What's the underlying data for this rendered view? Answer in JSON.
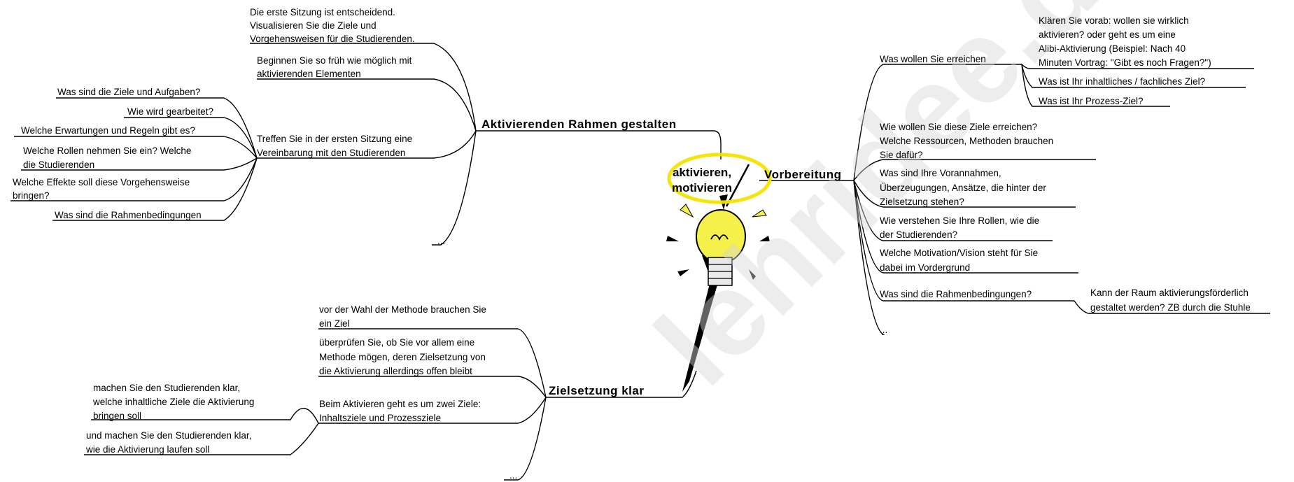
{
  "center": {
    "line1": "aktivieren,",
    "line2": "motivieren"
  },
  "watermark": "lehridee.de",
  "branches": {
    "rahmen": {
      "title": "Aktivierenden Rahmen gestalten",
      "items": [
        "Die erste Sitzung ist entscheidend.",
        "Visualisieren Sie die Ziele und",
        "Vorgehensweisen für die Studierenden.",
        "Beginnen Sie so früh wie möglich mit",
        "aktivierenden Elementen",
        "Treffen Sie in der ersten Sitzung eine",
        "Vereinbarung mit den Studierenden",
        "..."
      ],
      "sub": [
        "Was sind die Ziele und Aufgaben?",
        "Wie wird gearbeitet?",
        "Welche Erwartungen und Regeln gibt es?",
        "Welche Rollen nehmen Sie ein? Welche",
        "die Studierenden",
        "Welche Effekte soll diese Vorgehensweise",
        "bringen?",
        "Was sind die Rahmenbedingungen"
      ]
    },
    "vorbereitung": {
      "title": "Vorbereitung",
      "items": [
        "Was wollen Sie erreichen",
        "Wie wollen Sie diese Ziele erreichen?",
        "Welche Ressourcen, Methoden brauchen",
        "Sie dafür?",
        "Was sind Ihre Vorannahmen,",
        "Überzeugungen, Ansätze, die hinter der",
        "Zielsetzung stehen?",
        "Wie verstehen Sie Ihre Rollen, wie die",
        "der Studierenden?",
        "Welche Motivation/Vision steht für Sie",
        "dabei im Vordergrund",
        "Was sind die Rahmenbedingungen?",
        "..."
      ],
      "sub": [
        "Klären Sie vorab: wollen sie wirklich",
        "aktivieren? oder geht es um eine",
        "Alibi-Aktivierung (Beispiel: Nach 40",
        "Minuten Vortrag: \"Gibt es noch Fragen?\")",
        "Was ist Ihr inhaltliches / fachliches Ziel?",
        "Was ist Ihr Prozess-Ziel?",
        "Kann der Raum aktivierungsförderlich",
        "gestaltet werden? ZB durch die Stuhle"
      ]
    },
    "ziel": {
      "title": "Zielsetzung klar",
      "items": [
        "vor der Wahl der Methode brauchen Sie",
        "ein Ziel",
        "überprüfen Sie, ob Sie vor allem eine",
        "Methode mögen, deren Zielsetzung von",
        "die Aktivierung allerdings offen bleibt",
        "Beim Aktivieren geht es um zwei Ziele:",
        "Inhaltsziele und Prozessziele",
        "..."
      ],
      "sub": [
        "machen Sie den Studierenden klar,",
        "welche inhaltliche Ziele die Aktivierung",
        "bringen soll",
        "und machen Sie den Studierenden klar,",
        "wie die Aktivierung laufen soll"
      ]
    }
  }
}
